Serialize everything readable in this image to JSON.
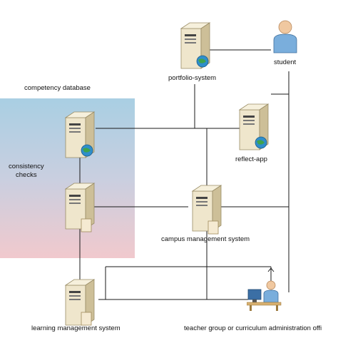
{
  "labels": {
    "competency_database": "competency database",
    "consistency_checks_line1": "consistency",
    "consistency_checks_line2": "checks",
    "portfolio_system": "portfolio-system",
    "student": "student",
    "reflect_app": "reflect-app",
    "campus_management_system": "campus management system",
    "learning_management_system": "learning management system",
    "teacher_group": "teacher group or curriculum administration offi"
  },
  "icons": {
    "server": "server-icon",
    "server_with_globe": "web-server-icon",
    "server_with_document": "database-server-icon",
    "person": "person-icon",
    "workstation": "workstation-user-icon"
  },
  "colors": {
    "zone_top": "#a9cfe3",
    "zone_bottom": "#f1c9cd",
    "line": "#1a1a1a",
    "server_front": "#efe6cc",
    "server_side": "#cdbf98",
    "person_shirt": "#7aaedc",
    "globe": "#2f8ecb"
  }
}
